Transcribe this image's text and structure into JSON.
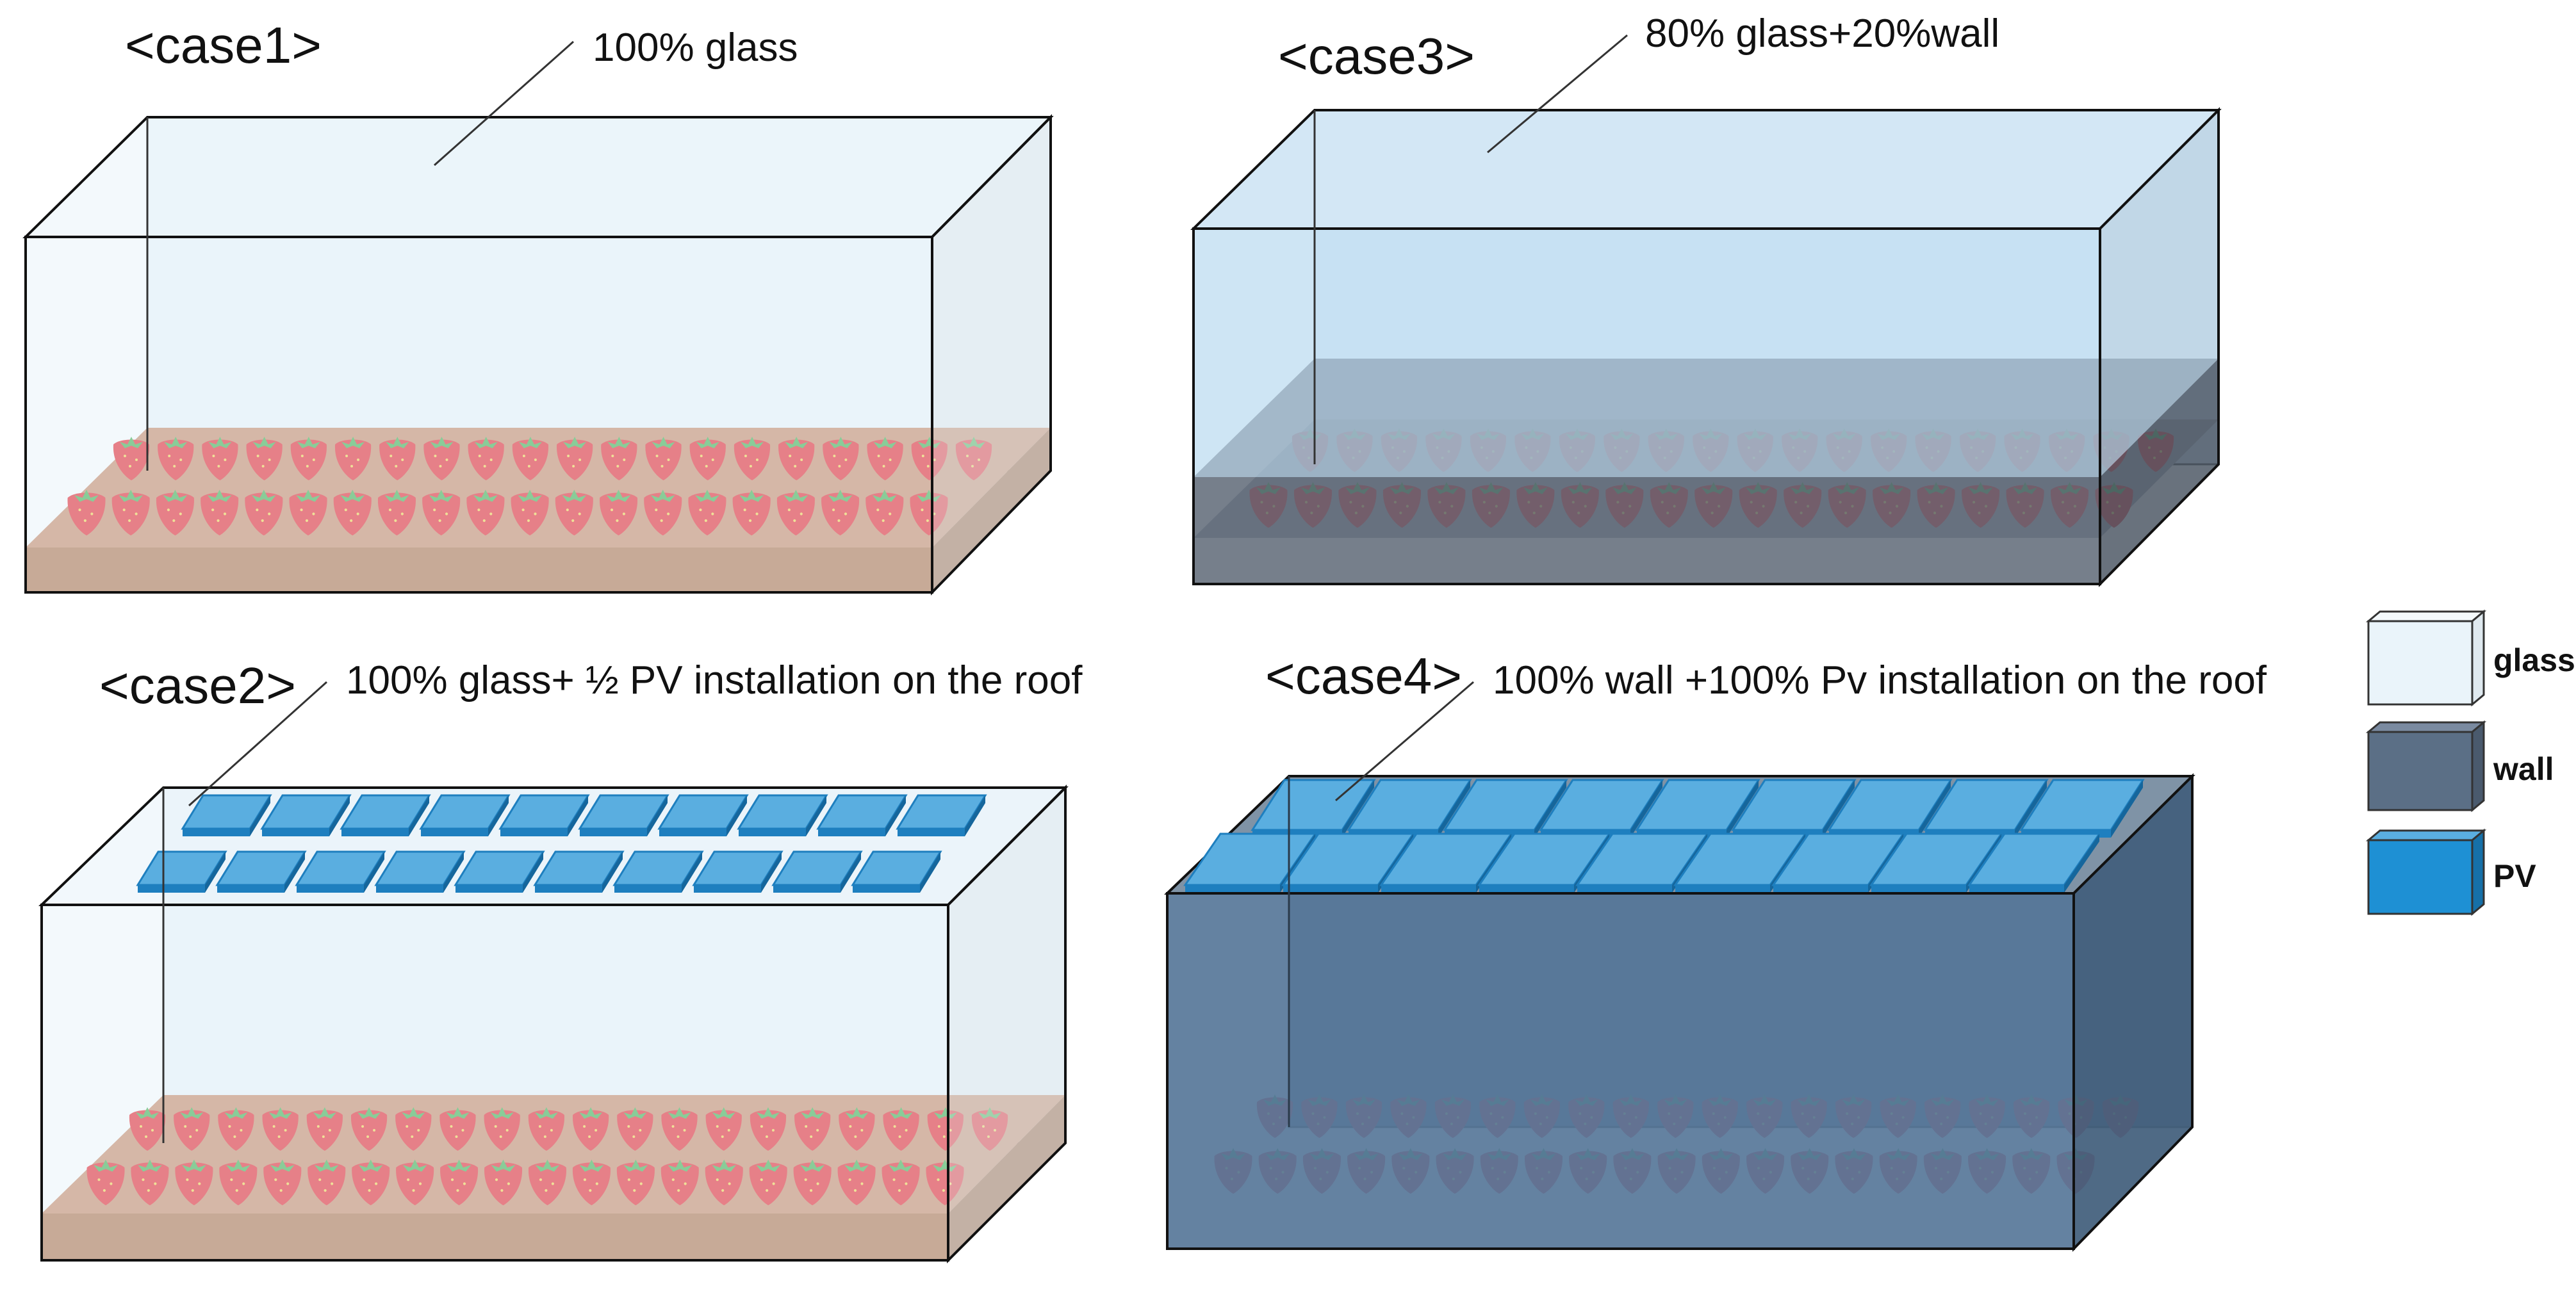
{
  "cases": [
    {
      "id": "case1",
      "label": "<case1>",
      "description": "100% glass"
    },
    {
      "id": "case2",
      "label": "<case2>",
      "description": "100% glass+ ½ PV installation on the roof"
    },
    {
      "id": "case3",
      "label": "<case3>",
      "description": "80% glass+20%wall"
    },
    {
      "id": "case4",
      "label": "<case4>",
      "description": "100% wall +100% Pv installation on the roof"
    }
  ],
  "legend": [
    {
      "key": "glass",
      "label": "glass",
      "color": "#eaf4fa"
    },
    {
      "key": "wall",
      "label": "wall",
      "color": "#5b6f86"
    },
    {
      "key": "pv",
      "label": "PV",
      "color": "#1e90d4"
    }
  ],
  "colors": {
    "glass": "#e8f3f9",
    "glass_case3": "#cfe4f3",
    "soil_top": "#c98864",
    "soil_front": "#b06f47",
    "wall_front": "#597a97",
    "wall_side": "#4b6680",
    "wall_top": "#7f93a6",
    "pv_top": "#5aaee0",
    "pv_edge": "#1e7fbf",
    "strawberry": "#e8242c",
    "leaf": "#3fae49"
  }
}
